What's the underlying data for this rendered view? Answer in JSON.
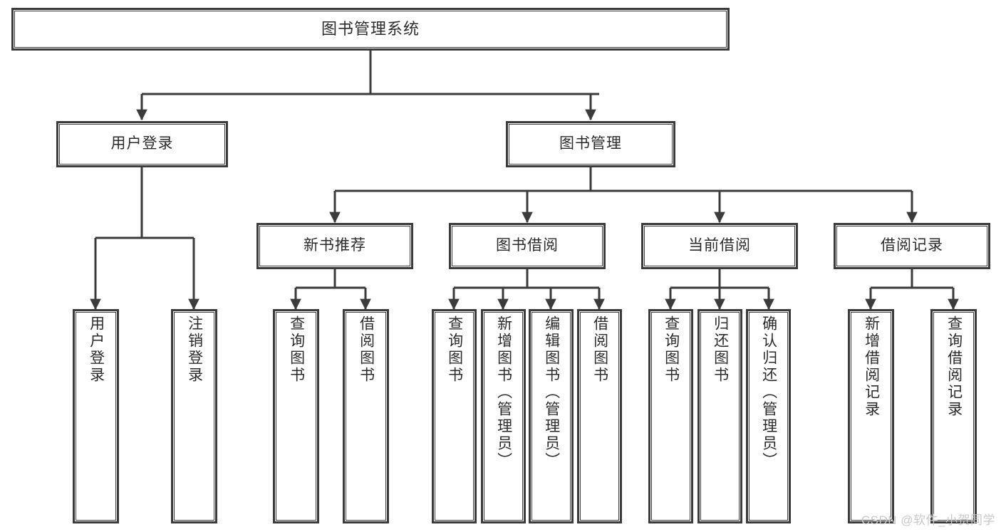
{
  "diagram": {
    "type": "tree-hierarchy",
    "title": "图书管理系统",
    "root": {
      "label": "图书管理系统"
    },
    "level2": [
      {
        "label": "用户登录"
      },
      {
        "label": "图书管理"
      }
    ],
    "level3": [
      {
        "label": "新书推荐"
      },
      {
        "label": "图书借阅"
      },
      {
        "label": "当前借阅"
      },
      {
        "label": "借阅记录"
      }
    ],
    "leaves": {
      "user_login": [
        {
          "label": "用户登录"
        },
        {
          "label": "注销登录"
        }
      ],
      "new_book_recommend": [
        {
          "label": "查询图书"
        },
        {
          "label": "借阅图书"
        }
      ],
      "book_borrow": [
        {
          "label": "查询图书"
        },
        {
          "label": "新增图书（管理员）"
        },
        {
          "label": "编辑图书（管理员）"
        },
        {
          "label": "借阅图书"
        }
      ],
      "current_borrow": [
        {
          "label": "查询图书"
        },
        {
          "label": "归还图书"
        },
        {
          "label": "确认归还（管理员）"
        }
      ],
      "borrow_record": [
        {
          "label": "新增借阅记录"
        },
        {
          "label": "查询借阅记录"
        }
      ]
    }
  },
  "watermark": {
    "text": "CSDN @软件_小贺同学"
  },
  "colors": {
    "stroke": "#3b3b3b",
    "background": "#ffffff",
    "text": "#2b2b2b",
    "watermark": "#c9c9c9"
  }
}
